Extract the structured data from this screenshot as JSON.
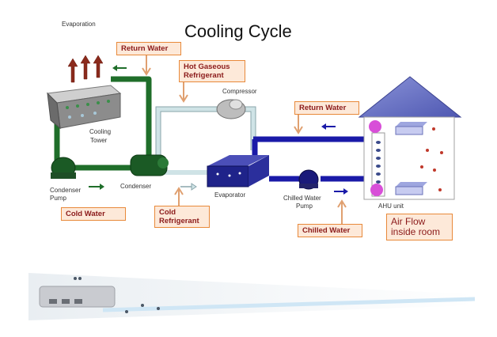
{
  "title": "Cooling Cycle",
  "labels": {
    "evaporation": "Evaporation",
    "compressor": "Compressor",
    "cooling_tower_1": "Cooling",
    "cooling_tower_2": "Tower",
    "condenser_pump_1": "Condenser",
    "condenser_pump_2": "Pump",
    "condenser": "Condenser",
    "evaporator": "Evaporator",
    "chilled_water_pump_1": "Chilled Water",
    "chilled_water_pump_2": "Pump",
    "ahu_unit": "AHU unit"
  },
  "callouts": {
    "return_water_top": "Return  Water",
    "hot_gaseous_1": "Hot Gaseous",
    "hot_gaseous_2": "Refrigerant",
    "return_water_right": "Return Water",
    "cold_water": "Cold  Water",
    "cold_refrigerant_1": "Cold",
    "cold_refrigerant_2": "Refrigerant",
    "chilled_water": "Chilled Water",
    "air_flow_1": "Air Flow",
    "air_flow_2": "inside room"
  },
  "colors": {
    "water_green": "#1f6e2a",
    "chilled_blue": "#1a1aa8",
    "refrigerant_pipe": "#cfe3e6",
    "callout_fill": "#fde9d9",
    "callout_border": "#e8893a",
    "callout_text": "#8b1a1a",
    "house_roof": "#6a74c8"
  }
}
